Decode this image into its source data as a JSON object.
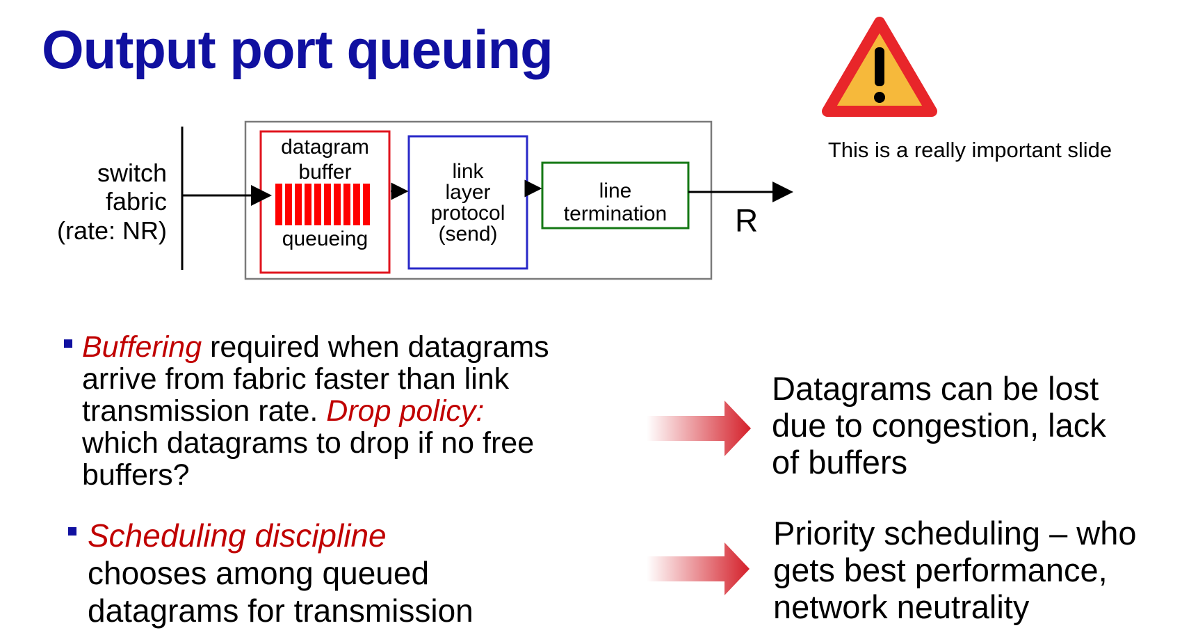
{
  "title": "Output port queuing",
  "warning": {
    "caption": "This is a really important slide"
  },
  "diagram": {
    "input_label": [
      "switch",
      "fabric",
      "(rate: NR)"
    ],
    "buffer_top_label": [
      "datagram",
      "buffer"
    ],
    "buffer_bottom_label": "queueing",
    "link_layer_label": [
      "link",
      "layer",
      "protocol",
      "(send)"
    ],
    "line_termination_label": [
      "line",
      "termination"
    ],
    "output_label": "R"
  },
  "bullets": [
    {
      "segments": [
        {
          "text": "Buffering",
          "em": true
        },
        {
          "text": " required when datagrams",
          "em": false
        }
      ],
      "lines": [
        "arrive from fabric faster than link",
        "transmission rate."
      ],
      "em_after": "Drop policy:",
      "rest": [
        "which datagrams to drop if no free",
        "buffers?"
      ],
      "note": [
        "Datagrams can be lost",
        "due to congestion, lack",
        "of buffers"
      ]
    },
    {
      "lead": "Scheduling discipline",
      "lines": [
        "chooses among queued",
        "datagrams for transmission"
      ],
      "note": [
        "Priority scheduling – who",
        "gets best performance,",
        "network neutrality"
      ]
    }
  ],
  "colors": {
    "title": "#1010a0",
    "emphasis": "#c00000",
    "bullet": "#1010a0",
    "buffer_box": "#e0141e",
    "link_box": "#2828c8",
    "termination_box": "#147814",
    "outer_box": "#7a7a7a",
    "arrow": "#d4202a",
    "warning_fill": "#f6b93b",
    "warning_border": "#e8262a"
  }
}
